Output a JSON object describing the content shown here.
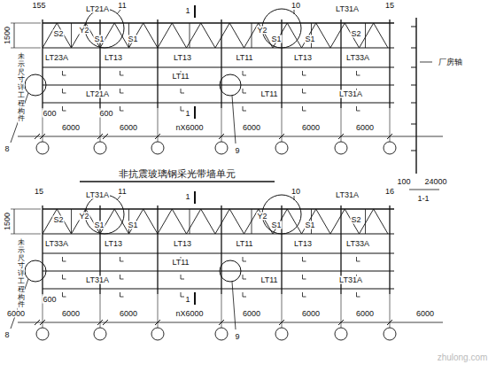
{
  "diagram": {
    "title": "非抗震玻璃钢采光带墙单元",
    "labels": [
      "155",
      "LT21A",
      "11",
      "10",
      "LT31A",
      "15",
      "1500",
      "S2",
      "Y2",
      "S1",
      "S1",
      "Y2",
      "S1",
      "S1",
      "S2",
      "1",
      "LT23A",
      "LT13",
      "LT13",
      "LT11",
      "LT13",
      "LT33A",
      "未示尺寸详工程构件",
      "8",
      "9",
      "LT21A",
      "LT11",
      "LT11",
      "LT31A",
      "1",
      "600",
      "600",
      "6000",
      "6000",
      "nX6000",
      "6000",
      "6000",
      "6000",
      "1-1",
      "100",
      "24000",
      "厂房轴",
      "zhulong.com",
      "15",
      "LT31A",
      "11",
      "10",
      "LT31A",
      "16",
      "1500",
      "S2",
      "Y2",
      "S1",
      "S1",
      "Y2",
      "S1",
      "S1",
      "S2",
      "1",
      "LT33A",
      "LT13",
      "LT13",
      "LT11",
      "LT13",
      "LT33A",
      "未示尺寸详工程构件",
      "8",
      "9",
      "LT31A",
      "LT11",
      "LT11",
      "LT31A",
      "1",
      "600",
      "6000",
      "6000",
      "6000",
      "nX6000",
      "6000",
      "6000",
      "6000",
      "6000"
    ]
  }
}
